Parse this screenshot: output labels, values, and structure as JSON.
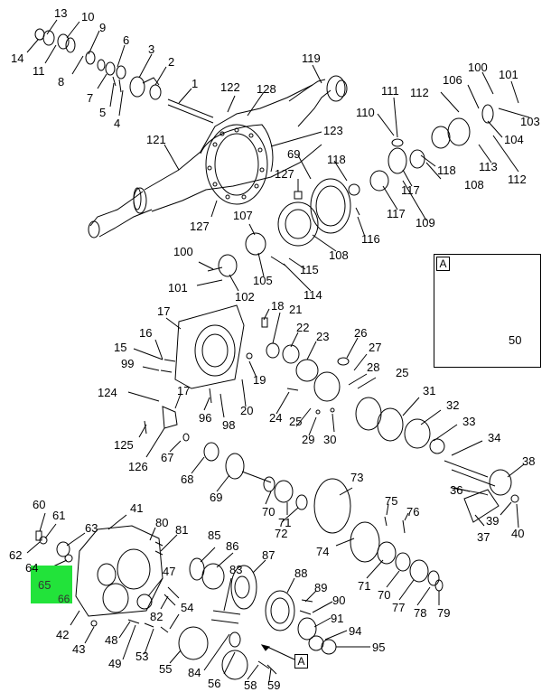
{
  "callouts": {
    "n1": "1",
    "n2": "2",
    "n3": "3",
    "n4": "4",
    "n5": "5",
    "n6": "6",
    "n7": "7",
    "n8": "8",
    "n9": "9",
    "n10": "10",
    "n11": "11",
    "n13": "13",
    "n14": "14",
    "n15": "15",
    "n16": "16",
    "n17a": "17",
    "n17b": "17",
    "n18": "18",
    "n19": "19",
    "n20": "20",
    "n21": "21",
    "n22": "22",
    "n23": "23",
    "n24": "24",
    "n25a": "25",
    "n25b": "25",
    "n26": "26",
    "n27": "27",
    "n28": "28",
    "n29": "29",
    "n30": "30",
    "n31": "31",
    "n32": "32",
    "n33": "33",
    "n34": "34",
    "n36": "36",
    "n37": "37",
    "n38": "38",
    "n39": "39",
    "n40": "40",
    "n41": "41",
    "n42": "42",
    "n43": "43",
    "n47": "47",
    "n48": "48",
    "n49": "49",
    "n50": "50",
    "n53": "53",
    "n54": "54",
    "n55": "55",
    "n56": "56",
    "n58": "58",
    "n59": "59",
    "n60": "60",
    "n61": "61",
    "n62": "62",
    "n63": "63",
    "n64": "64",
    "n67": "67",
    "n68": "68",
    "n69a": "69",
    "n69b": "69",
    "n70a": "70",
    "n70b": "70",
    "n71a": "71",
    "n71b": "71",
    "n72": "72",
    "n73": "73",
    "n74": "74",
    "n75": "75",
    "n76": "76",
    "n77": "77",
    "n78": "78",
    "n79": "79",
    "n80": "80",
    "n81": "81",
    "n82": "82",
    "n83": "83",
    "n84": "84",
    "n85": "85",
    "n86": "86",
    "n87": "87",
    "n88": "88",
    "n89": "89",
    "n90": "90",
    "n91": "91",
    "n94": "94",
    "n95": "95",
    "n96": "96",
    "n98": "98",
    "n99": "99",
    "n100a": "100",
    "n100b": "100",
    "n101a": "101",
    "n101b": "101",
    "n102": "102",
    "n103": "103",
    "n104": "104",
    "n105": "105",
    "n106": "106",
    "n107": "107",
    "n108a": "108",
    "n108b": "108",
    "n109": "109",
    "n110": "110",
    "n111": "111",
    "n112a": "112",
    "n112b": "112",
    "n113": "113",
    "n114": "114",
    "n115": "115",
    "n116": "116",
    "n117a": "117",
    "n117b": "117",
    "n118a": "118",
    "n118b": "118",
    "n119": "119",
    "n121": "121",
    "n122": "122",
    "n123": "123",
    "n124": "124",
    "n125": "125",
    "n126": "126",
    "n127a": "127",
    "n127b": "127",
    "n128": "128"
  },
  "highlight": {
    "main": "65",
    "sub": "66",
    "color": "#22e33a"
  },
  "detail_box": {
    "tag": "A",
    "part": "50"
  },
  "view_tag": "A"
}
